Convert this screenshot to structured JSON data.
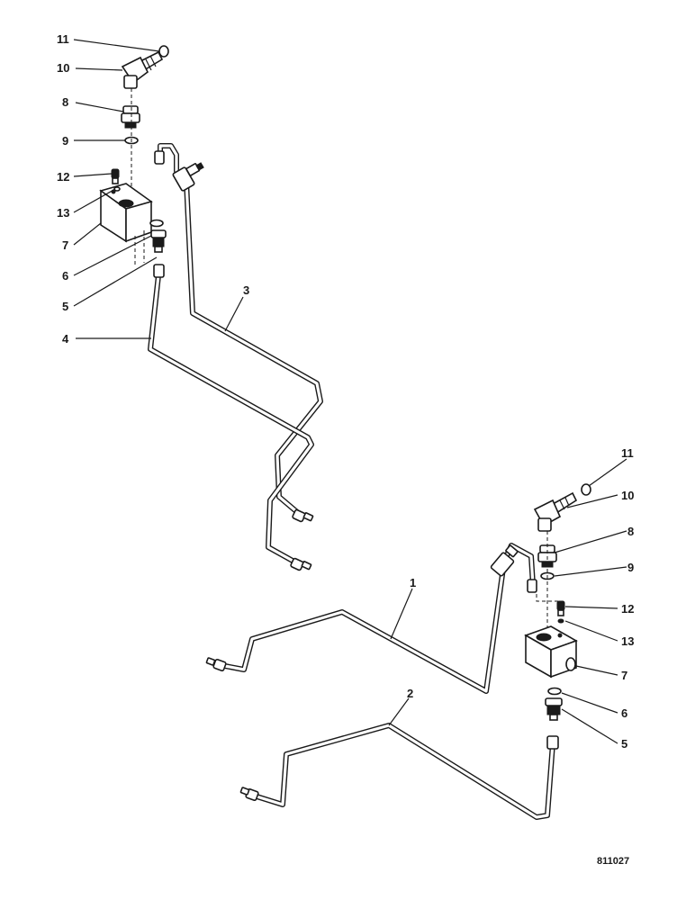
{
  "callouts": {
    "top_11": "11",
    "top_10": "10",
    "top_8": "8",
    "top_9": "9",
    "top_12": "12",
    "top_13": "13",
    "top_7": "7",
    "top_6": "6",
    "top_5": "5",
    "top_4": "4",
    "top_3": "3",
    "bot_11": "11",
    "bot_10": "10",
    "bot_8": "8",
    "bot_9": "9",
    "bot_1": "1",
    "bot_12": "12",
    "bot_13": "13",
    "bot_7": "7",
    "bot_6": "6",
    "bot_2": "2",
    "bot_5": "5"
  },
  "drawing_number": "811027"
}
